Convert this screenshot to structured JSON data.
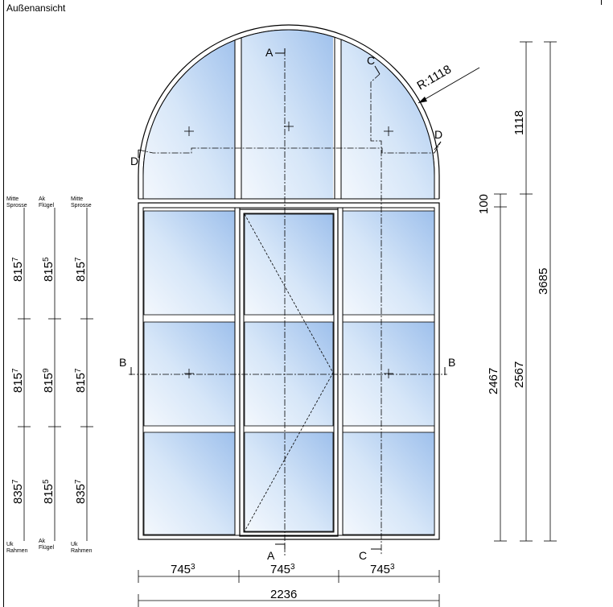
{
  "title": "Außenansicht",
  "radius_label": "R:1118",
  "section_labels": {
    "a_top": "A",
    "a_bottom": "A",
    "b_left": "B",
    "b_right": "B",
    "c_top": "C",
    "c_bottom": "C",
    "d_left": "D",
    "d_right": "D"
  },
  "width_dims": {
    "col1": {
      "base": "745",
      "sup": "3"
    },
    "col2": {
      "base": "745",
      "sup": "3"
    },
    "col3": {
      "base": "745",
      "sup": "3"
    },
    "total": "2236"
  },
  "height_dims": {
    "arch": "1118",
    "gap": "100",
    "sash_height": "2467",
    "lower_height": "2567",
    "total": "3685"
  },
  "left_columns": {
    "col1_header": [
      "Mitte",
      "Sprosse"
    ],
    "col2_header": [
      "Ak",
      "Flügel"
    ],
    "col3_header": [
      "Mitte",
      "Sprosse"
    ],
    "col1_footer": [
      "Uk",
      "Rahmen"
    ],
    "col2_footer": [
      "Ak",
      "Flügel"
    ],
    "col3_footer": [
      "Uk",
      "Rahmen"
    ],
    "col1_values": [
      {
        "base": "815",
        "sup": "7"
      },
      {
        "base": "815",
        "sup": "7"
      },
      {
        "base": "835",
        "sup": "7"
      }
    ],
    "col2_values": [
      {
        "base": "815",
        "sup": "5"
      },
      {
        "base": "815",
        "sup": "9"
      },
      {
        "base": "815",
        "sup": "5"
      }
    ],
    "col3_values": [
      {
        "base": "815",
        "sup": "7"
      },
      {
        "base": "815",
        "sup": "7"
      },
      {
        "base": "835",
        "sup": "7"
      }
    ]
  },
  "colors": {
    "glass_light": "#f4f8fd",
    "glass_dark": "#9ec0ec",
    "frame_line": "#000000"
  }
}
